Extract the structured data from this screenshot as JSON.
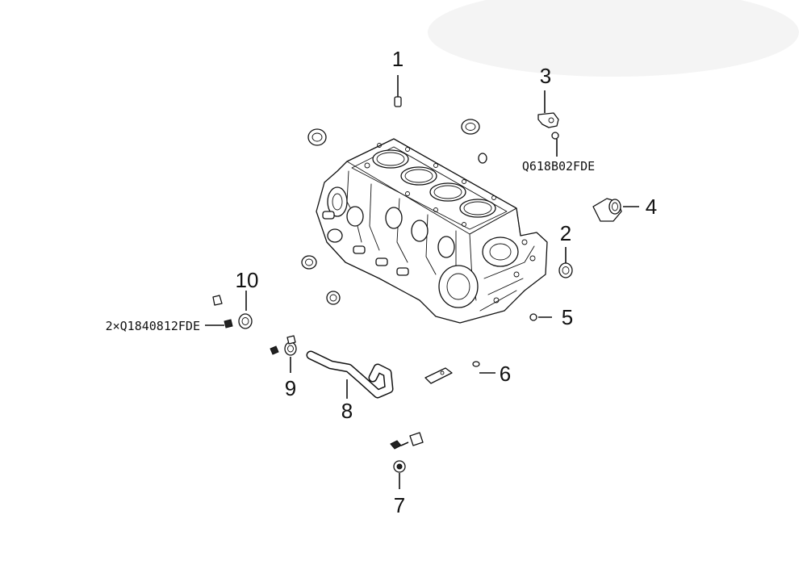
{
  "callouts": {
    "c1": "1",
    "c2": "2",
    "c3": "3",
    "c4": "4",
    "c5": "5",
    "c6": "6",
    "c7": "7",
    "c8": "8",
    "c9": "9",
    "c10": "10"
  },
  "part_codes": {
    "near_3": "Q618B02FDE",
    "near_10": "2×Q1840812FDE"
  }
}
